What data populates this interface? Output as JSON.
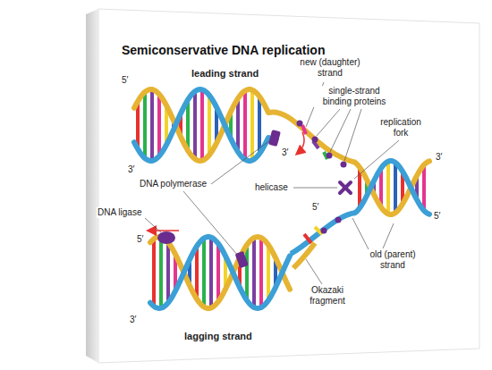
{
  "diagram": {
    "title": "Semiconservative DNA replication",
    "labels": [
      "leading strand",
      "new (daughter) strand",
      "5′",
      "single-strand binding proteins",
      "replication fork",
      "3′",
      "3′",
      "3′",
      "DNA polymerase",
      "helicase",
      "DNA ligase",
      "5′",
      "5′",
      "5′",
      "old (parent) strand",
      "Okazaki fragment",
      "3′",
      "lagging strand"
    ]
  }
}
